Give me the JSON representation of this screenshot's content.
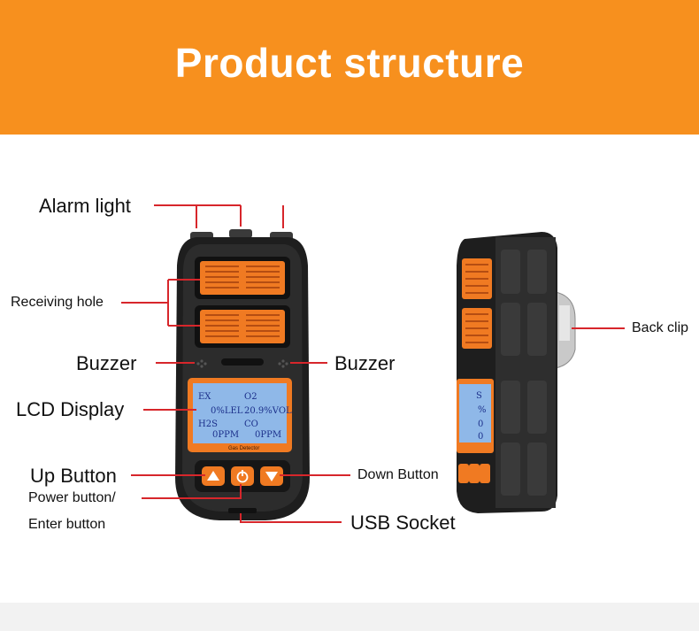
{
  "header": {
    "title": "Product structure"
  },
  "labels": {
    "alarm_light": "Alarm light",
    "receiving_hole": "Receiving hole",
    "buzzer_left": "Buzzer",
    "buzzer_right": "Buzzer",
    "lcd_display": "LCD Display",
    "up_button": "Up Button",
    "power_button_line1": "Power button/",
    "power_button_line2": "Enter button",
    "down_button": "Down Button",
    "usb_socket": "USB Socket",
    "back_clip": "Back clip"
  },
  "device": {
    "lcd_lines": [
      {
        "left": "EX",
        "right": "O2"
      },
      {
        "left": "0%LEL",
        "right": "20.9%VOL"
      },
      {
        "left": "H2S",
        "right": "CO"
      },
      {
        "left": "0PPM",
        "right": "0PPM"
      }
    ],
    "panel_label": "Gas Detector",
    "side_lcd_lines": [
      "S",
      "%",
      "0",
      "0"
    ]
  },
  "colors": {
    "accent": "#f7901e",
    "leader_lines": "#d7262b",
    "device_body": "#2a2a2a",
    "device_orange": "#f07a22",
    "lcd_bg": "#8fb8e8"
  }
}
